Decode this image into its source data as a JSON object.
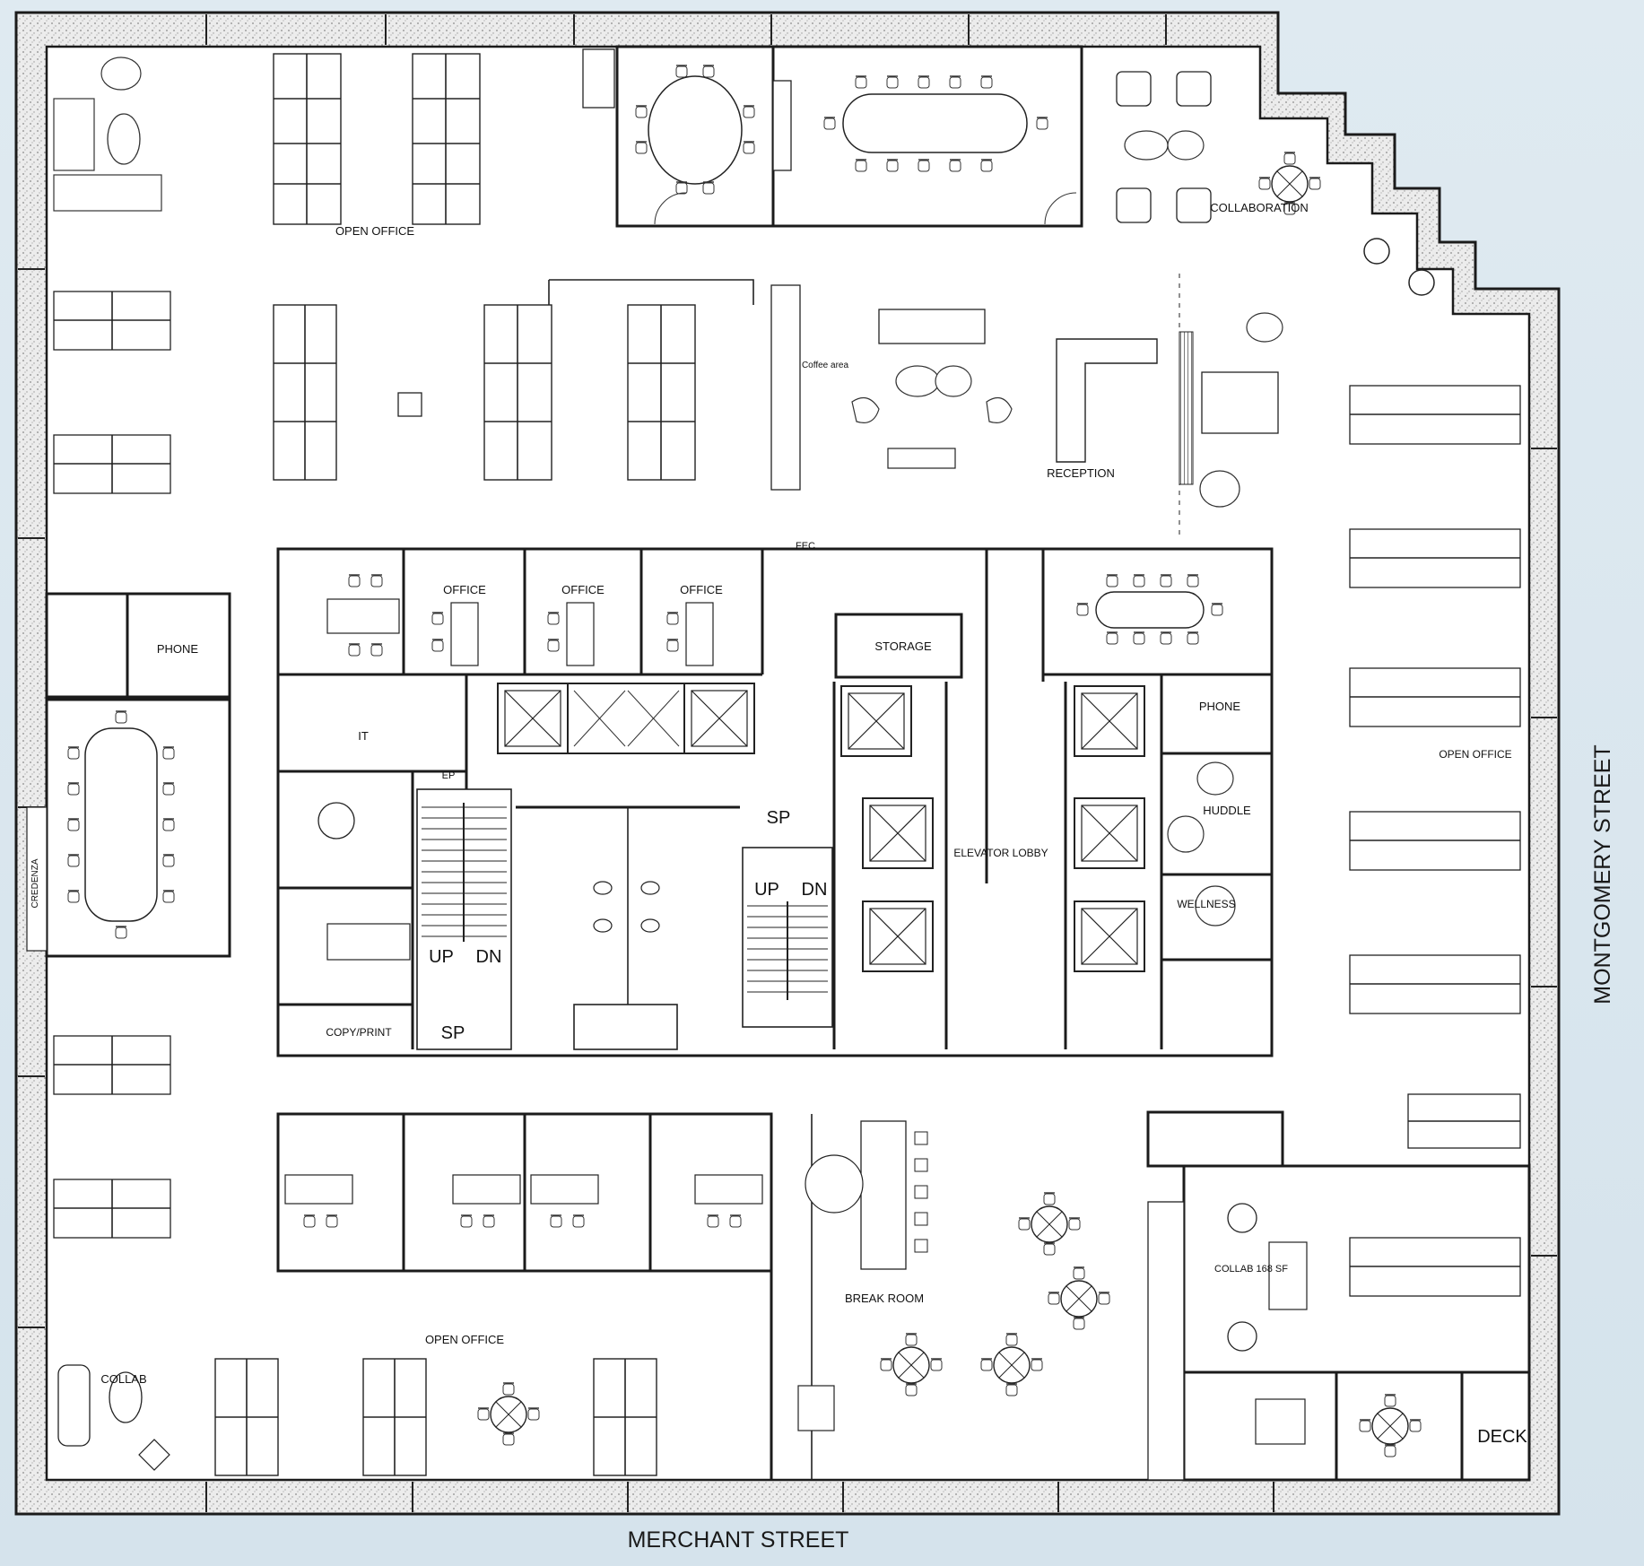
{
  "streets": {
    "south": "MERCHANT STREET",
    "east": "MONTGOMERY STREET"
  },
  "rooms": {
    "open_office": "OPEN OFFICE",
    "open_office_east": "OPEN OFFICE",
    "collaboration": "COLLABORATION",
    "coffee_area": "Coffee area",
    "reception": "RECEPTION",
    "phone_west": "PHONE",
    "phone_east": "PHONE",
    "office": "OFFICE",
    "storage": "STORAGE",
    "it": "IT",
    "ep": "EP",
    "copy": "COPY/PRINT",
    "elevator_lobby": "ELEVATOR LOBBY",
    "huddle": "HUDDLE",
    "wellness": "WELLNESS",
    "break_room": "BREAK ROOM",
    "collab_sw": "COLLAB",
    "collab_se": "COLLAB 168 SF",
    "deck": "DECK",
    "credenza": "CREDENZA",
    "fec": "FEC",
    "sp": "SP",
    "up": "UP",
    "dn": "DN"
  },
  "colors": {
    "background": "#d9e6ee",
    "floor": "#ffffff",
    "walls": "#1b1b1b",
    "wall_fill": "#e6e6e6"
  }
}
